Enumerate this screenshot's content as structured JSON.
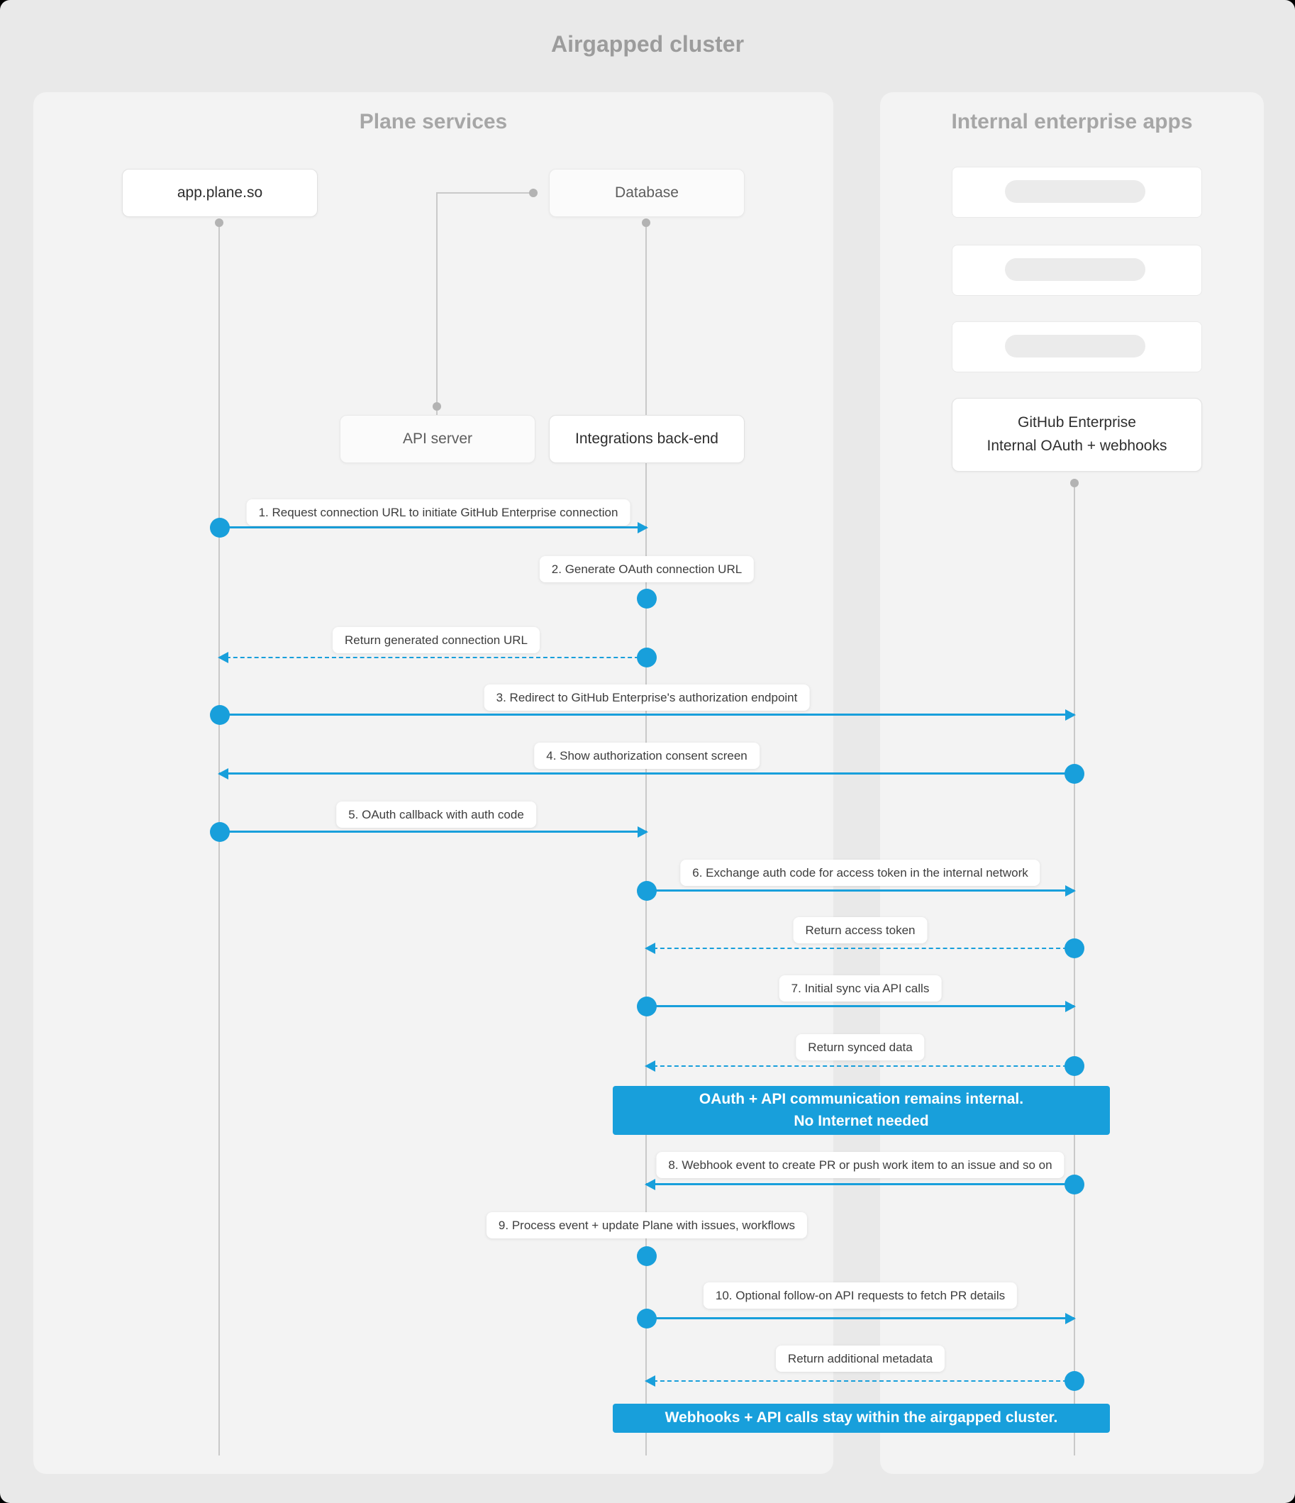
{
  "title": "Airgapped cluster",
  "panels": {
    "plane_services": "Plane services",
    "internal_apps": "Internal enterprise apps"
  },
  "nodes": {
    "app_plane": "app.plane.so",
    "database": "Database",
    "api_server": "API server",
    "integrations": "Integrations back-end",
    "github_line1": "GitHub Enterprise",
    "github_line2": "Internal OAuth + webhooks"
  },
  "messages": {
    "m1": "1. Request connection URL to initiate GitHub Enterprise connection",
    "m2": "2. Generate OAuth connection URL",
    "m3": "Return generated connection URL",
    "m4": "3. Redirect to GitHub Enterprise's authorization endpoint",
    "m5": "4. Show authorization consent screen",
    "m6": "5. OAuth callback with auth code",
    "m7": "6. Exchange auth code for access token in the internal network",
    "m8": "Return access token",
    "m9": "7. Initial sync via API calls",
    "m10": "Return synced data",
    "m11": "8. Webhook event to create PR or push work item to an issue and so on",
    "m12": "9. Process event + update Plane with issues, workflows",
    "m13": "10. Optional follow-on API requests to fetch PR details",
    "m14": "Return additional metadata"
  },
  "banners": {
    "internal_line1": "OAuth + API communication remains internal.",
    "internal_line2": "No Internet needed",
    "airgapped": "Webhooks + API calls stay within the airgapped cluster."
  },
  "colors": {
    "accent_blue": "#189fdb",
    "canvas_bg": "#e9e9e9",
    "panel_bg": "#f3f3f3"
  }
}
